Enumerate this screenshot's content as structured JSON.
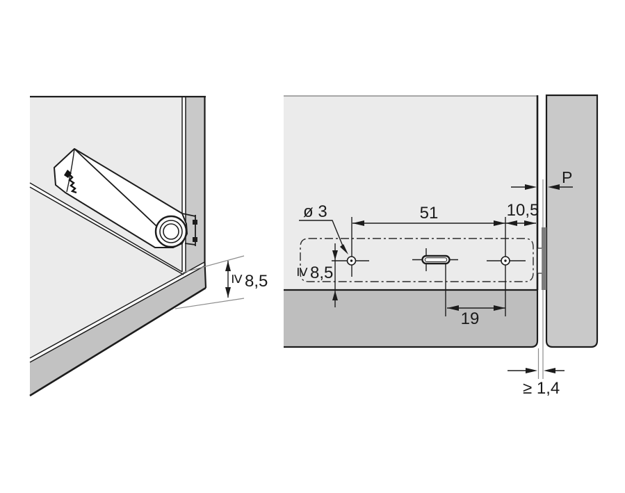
{
  "drawing": {
    "description": "push-catch mounting diagram, two views",
    "left_view": {
      "min_edge_distance": {
        "symbol": "≥",
        "value": "8,5"
      }
    },
    "right_view": {
      "hole_diameter": "ø 3",
      "hole_spacing": "51",
      "front_offset": "10,5",
      "protrusion": "P",
      "min_bottom_distance": {
        "symbol": "≥",
        "value": "8,5"
      },
      "slot_to_hole": "19",
      "min_gap": "≥ 1,4"
    }
  },
  "colors": {
    "background": "#ffffff",
    "panel_face": "#ebebeb",
    "edge_gray": "#c9c9c9",
    "band_gray": "#bebebe",
    "band_gray_left": "#c2c2c2",
    "striker_plate": "#7c7c7c",
    "line": "#1c1c1c"
  }
}
